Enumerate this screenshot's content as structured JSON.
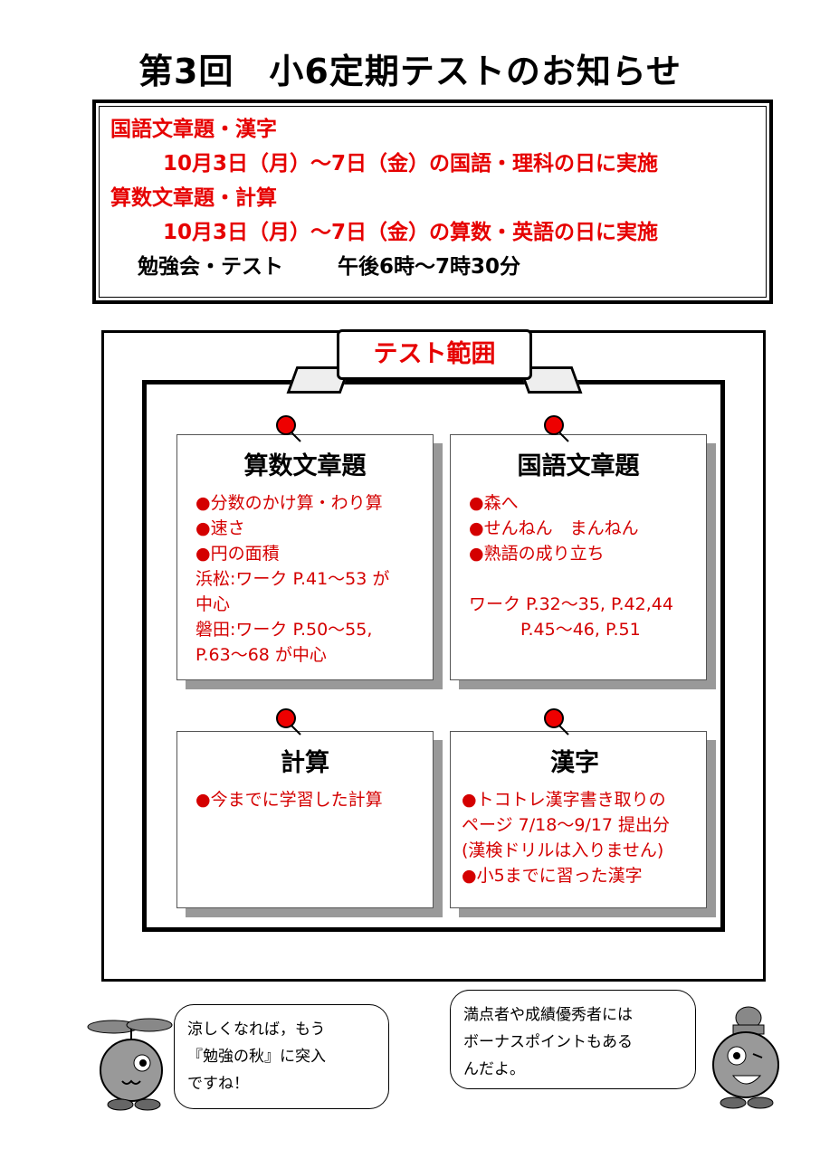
{
  "title": "第3回　小6定期テストのお知らせ",
  "info": {
    "line1": "国語文章題・漢字",
    "line2": "10月3日（月）～7日（金）の国語・理科の日に実施",
    "line3": "算数文章題・計算",
    "line4": "10月3日（月）～7日（金）の算数・英語の日に実施",
    "study_label": "勉強会・テスト",
    "study_time": "午後6時～7時30分"
  },
  "banner": "テスト範囲",
  "cards": [
    {
      "title": "算数文章題",
      "body": "●分数のかけ算・わり算\n●速さ\n●円の面積\n浜松:ワーク P.41～53 が\n中心\n磐田:ワーク P.50～55,\nP.63～68 が中心"
    },
    {
      "title": "国語文章題",
      "body": "●森へ\n●せんねん　まんねん\n●熟語の成り立ち\n\nワーク P.32～35, P.42,44\n　　　P.45～46, P.51"
    },
    {
      "title": "計算",
      "body": "●今までに学習した計算"
    },
    {
      "title": "漢字",
      "body": "●トコトレ漢字書き取りの\nページ 7/18～9/17 提出分\n(漢検ドリルは入りません)\n●小5までに習った漢字"
    }
  ],
  "bubbles": {
    "left": "涼しくなれば，もう\n『勉強の秋』に突入\nですね！",
    "right": "満点者や成績優秀者には\nボーナスポイントもある\nんだよ。"
  }
}
